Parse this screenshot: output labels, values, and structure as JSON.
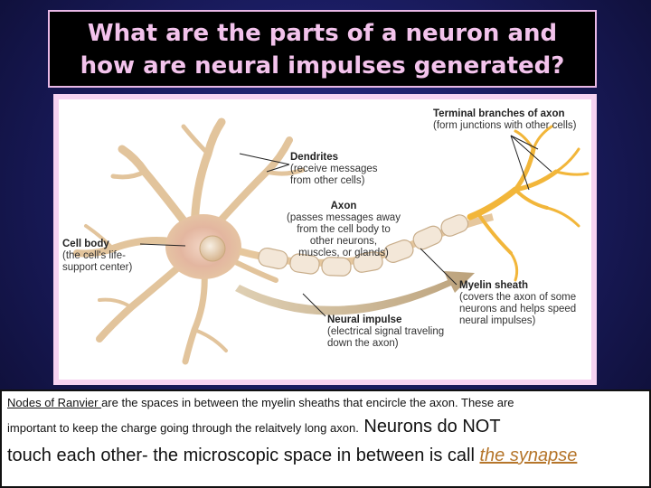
{
  "title": {
    "line1": "What are the parts of a neuron and",
    "line2": "how are neural impulses generated?"
  },
  "diagram_labels": {
    "terminal": {
      "head": "Terminal branches of axon",
      "desc": [
        "(form junctions with other cells)"
      ]
    },
    "dendrites": {
      "head": "Dendrites",
      "desc": [
        "(receive messages",
        "from other cells)"
      ]
    },
    "axon": {
      "head": "Axon",
      "desc": [
        "(passes messages away",
        "from the cell body to",
        "other neurons,",
        "muscles, or glands)"
      ]
    },
    "cell_body": {
      "head": "Cell body",
      "desc": [
        "(the cell's life-",
        "support center)"
      ]
    },
    "myelin": {
      "head": "Myelin sheath",
      "desc": [
        "(covers the axon of some",
        "neurons and helps speed",
        "neural impulses)"
      ]
    },
    "impulse": {
      "head": "Neural impulse",
      "desc": [
        "(electrical signal traveling",
        "down the axon)"
      ]
    }
  },
  "caption": {
    "term": "Nodes of Ranvier ",
    "part1": "are the spaces in between the myelin sheaths that encircle the axon.  These are",
    "part2": "important to keep the charge going through the relaitvely long axon.",
    "part3": " Neurons do NOT",
    "part4": "touch each other- the microscopic space in between is call ",
    "accent_text": "the synapse"
  },
  "colors": {
    "title_text": "#f3c3ec",
    "frame": "#f6d3f1",
    "neuron": "#e8c9a4",
    "myelin": "#f2e6d6",
    "accent": "#b5752a"
  }
}
